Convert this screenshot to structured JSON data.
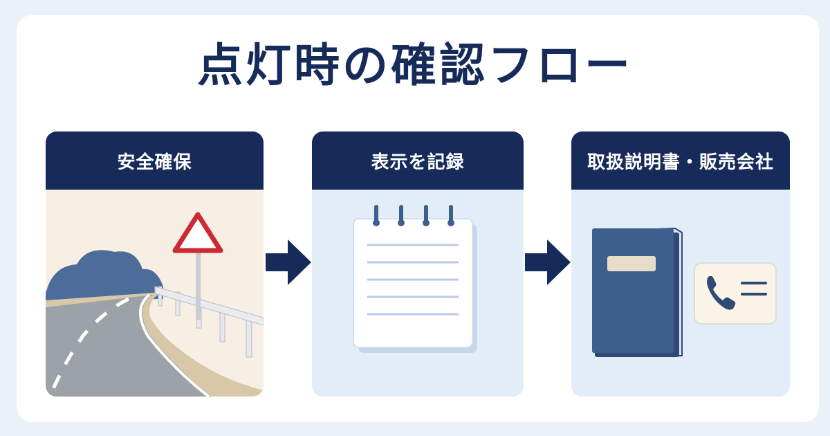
{
  "title": "点灯時の確認フロー",
  "steps": [
    {
      "label": "安全確保",
      "icon": "roadside-warning-triangle-icon"
    },
    {
      "label": "表示を記録",
      "icon": "notepad-icon"
    },
    {
      "label": "取扱説明書・販売会社",
      "icon": "manual-and-phone-icon"
    }
  ],
  "colors": {
    "navy": "#162b5a",
    "background": "#eaf1f9",
    "card_beige": "#f7efe3",
    "card_blue": "#e3edf8",
    "warning_red": "#cc2a32",
    "book_blue": "#3d5f8e"
  }
}
